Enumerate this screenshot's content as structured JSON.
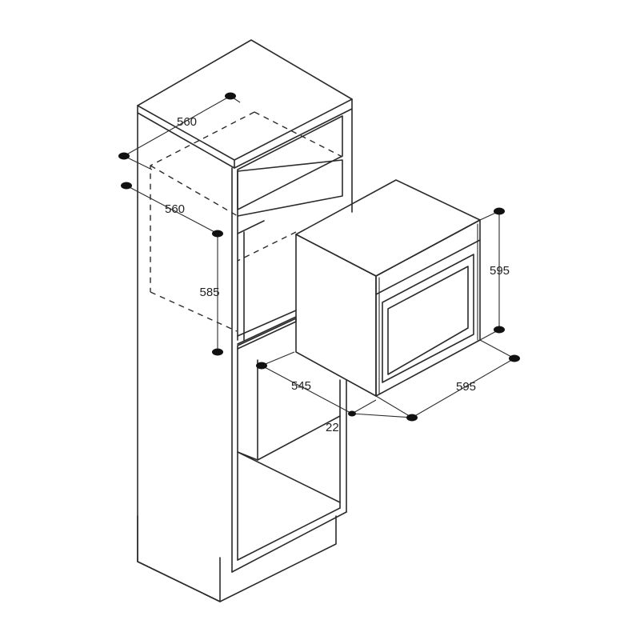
{
  "diagram": {
    "cabinet_top_width_label": "560",
    "cabinet_niche_depth_label": "560",
    "niche_height_label": "585",
    "oven_depth_label": "545",
    "front_offset_label": "22",
    "oven_height_label": "595",
    "oven_width_label": "595"
  }
}
